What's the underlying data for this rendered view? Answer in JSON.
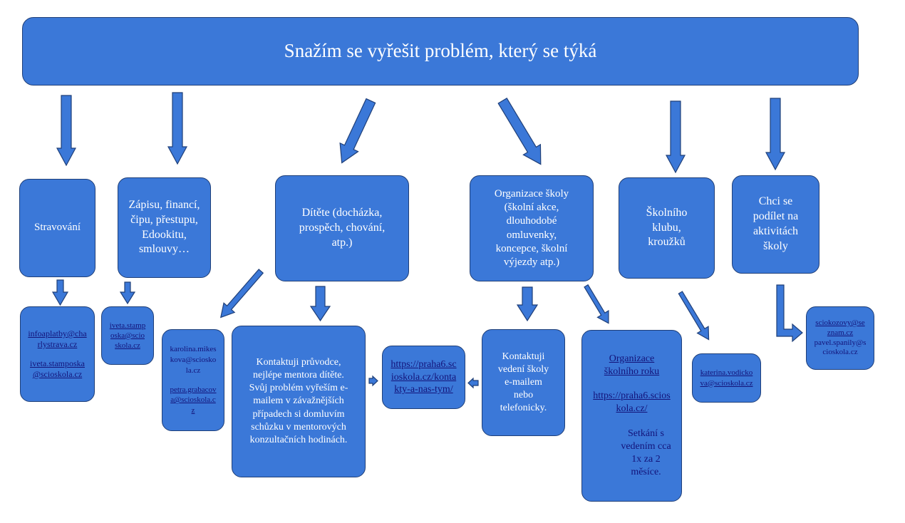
{
  "header": {
    "title": "Snažím se vyřešit problém, který se týká"
  },
  "categories": {
    "stravovani": "Stravování",
    "zapisu": "Zápisu, financí, čipu, přestupu, Edookitu, smlouvy…",
    "ditete": "Dítěte (docházka, prospěch, chování, atp.)",
    "organizace": "Organizace školy (školní akce, dlouhodobé omluvenky, koncepce, školní výjezdy atp.)",
    "klubu": "Školního klubu, kroužků",
    "aktivity": "Chci se podílet na aktivitách školy"
  },
  "contacts": {
    "strava_email1": "infoaplatby@charlystrava.cz",
    "strava_email2": "iveta.stamposka@scioskola.cz",
    "zapis_email": "iveta.stamposka@scioskola.cz",
    "dite_email1": "karolina.mikeskova@scioskola.cz",
    "dite_email2": "petra.grabacova@scioskola.cz",
    "pruvodce_text": "Kontaktuji průvodce, nejlépe mentora dítěte. Svůj problém vyřeším e-mailem v závažnějších případech si domluvím schůzku v mentorových konzultačních hodinách.",
    "kontakty_link": "https://praha6.scioskola.cz/kontakty-a-nas-tym/",
    "vedeni_text": "Kontaktuji vedení školy e-mailem nebo telefonicky.",
    "rok_link": "Organizace školního roku",
    "rok_url": "https://praha6.scioskola.cz/",
    "setkani_text": "Setkání s vedením cca 1x za 2 měsíce.",
    "klub_email": "katerina.vodickova@scioskola.cz",
    "aktivity_email1": "sciokozovy@seznam.cz",
    "aktivity_email2": "pavel.spanily@scioskola.cz"
  }
}
